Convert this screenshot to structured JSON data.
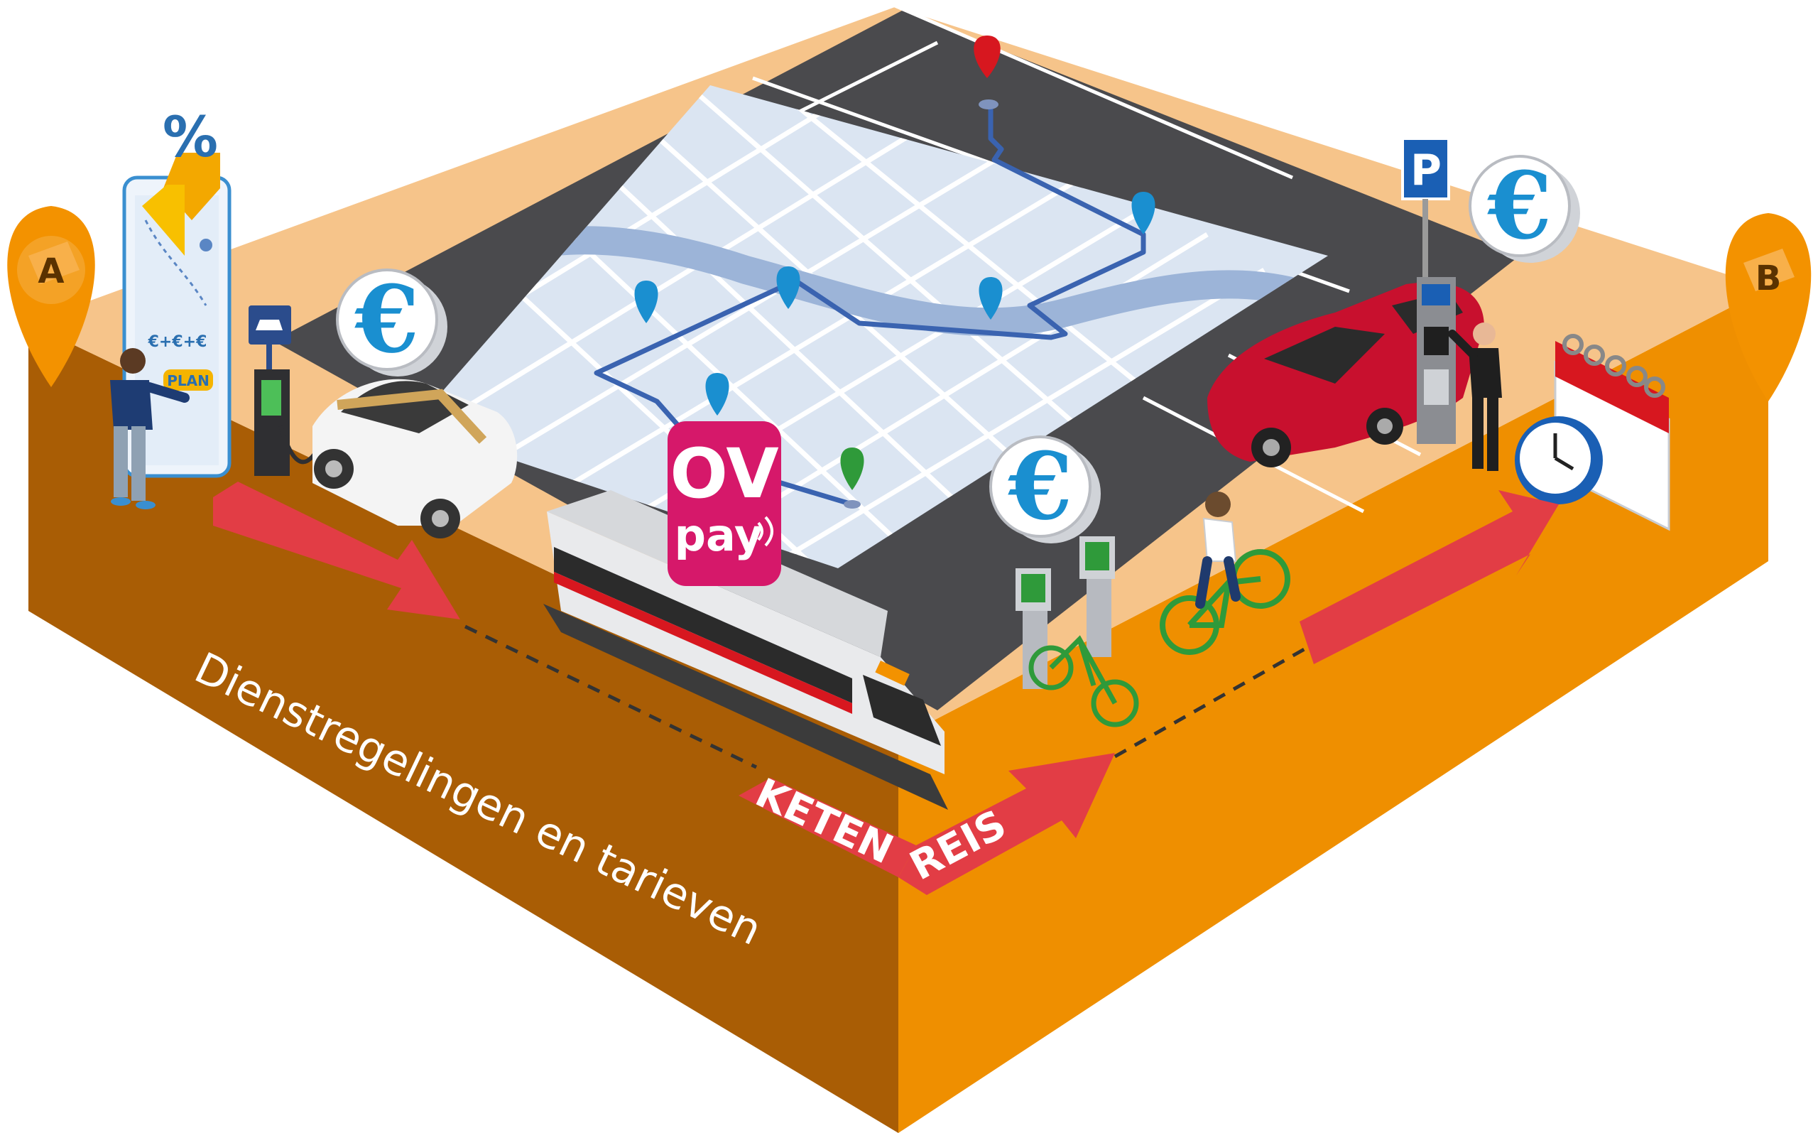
{
  "platform_label": "Dienstregelingen en tarieven",
  "chain_trip": {
    "word1": "KETEN",
    "word2": "REIS"
  },
  "ov_pay": {
    "line1": "OV",
    "line2": "pay"
  },
  "start_pin": {
    "letter": "A"
  },
  "end_pin": {
    "letter": "B"
  },
  "phone_app": {
    "discount_symbol": "%",
    "price_line": "€+€+€",
    "button": "PLAN"
  },
  "parking_sign": {
    "letter": "P"
  },
  "euro_symbol": "€",
  "colors": {
    "platform_top": "#f6c48a",
    "platform_front": "#a95d05",
    "platform_right": "#ef8f00",
    "asphalt": "#4a4a4d",
    "map": "#dbe5f2",
    "route": "#3a63b0",
    "arrow": "#e23d45",
    "pin_orange": "#f39200",
    "ov_pink": "#d6186a",
    "car_red": "#c8102e",
    "euro_blue": "#1a8fd0"
  },
  "icons": [
    "pin-a-icon",
    "pin-b-icon",
    "discount-icon",
    "euro-icon",
    "parking-sign-icon",
    "calendar-icon",
    "clock-icon",
    "ovpay-logo",
    "charging-station-icon",
    "bike-dock-icon"
  ]
}
